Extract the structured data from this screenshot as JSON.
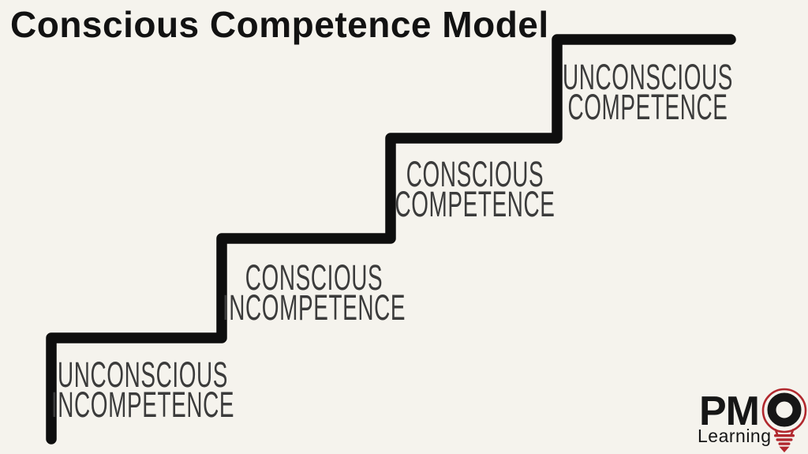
{
  "page": {
    "background_color": "#f5f3ed"
  },
  "header": {
    "title": "Conscious Competence Model"
  },
  "diagram": {
    "type": "staircase",
    "direction": "ascending-left-to-right",
    "line_color": "#0e0e0e",
    "label_color": "#3b3b3b",
    "steps": [
      {
        "level": 1,
        "line1": "UNCONSCIOUS",
        "line2": "INCOMPETENCE"
      },
      {
        "level": 2,
        "line1": "CONSCIOUS",
        "line2": "INCOMPETENCE"
      },
      {
        "level": 3,
        "line1": "CONSCIOUS",
        "line2": "COMPETENCE"
      },
      {
        "level": 4,
        "line1": "UNCONSCIOUS",
        "line2": "COMPETENCE"
      }
    ]
  },
  "logo": {
    "brand": "PMO",
    "brand_text_part": "PM",
    "brand_o_part": "O",
    "subtitle": "Learning",
    "icon": "lightbulb",
    "accent_color": "#b1282e",
    "text_color": "#161616"
  }
}
